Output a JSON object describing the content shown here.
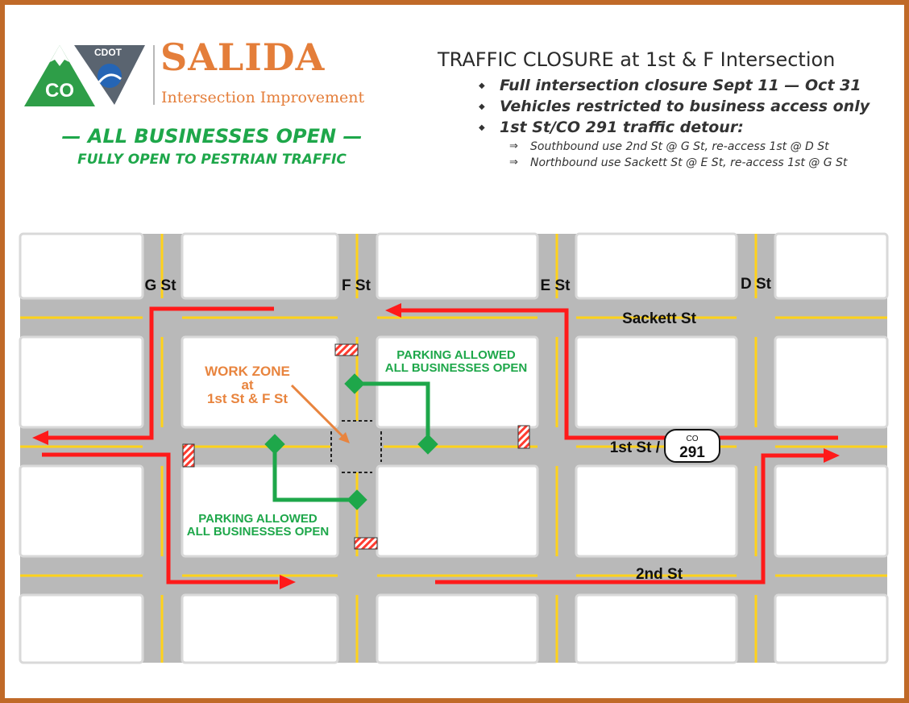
{
  "brand": {
    "logo_state_text": "CO",
    "logo_agency_text": "CDOT",
    "title": "SALIDA",
    "subtitle": "Intersection Improvement"
  },
  "businesses_notice": {
    "line1": "— ALL BUSINESSES OPEN —",
    "line2": "FULLY OPEN TO PESTRIAN TRAFFIC"
  },
  "closure": {
    "title": "TRAFFIC CLOSURE at 1st & F Intersection",
    "bullets": [
      "Full intersection closure Sept 11 — Oct 31",
      "Vehicles restricted to business access only",
      "1st St/CO 291 traffic detour:"
    ],
    "detour_routes": [
      "Southbound use 2nd St @ G St, re-access 1st @ D St",
      "Northbound use Sackett St @ E St, re-access 1st @ G St"
    ]
  },
  "map": {
    "street_labels": {
      "g_st": "G St",
      "f_st": "F St",
      "e_st": "E St",
      "d_st": "D St",
      "sackett_st": "Sackett St",
      "first_st": "1st St /",
      "second_st": "2nd St"
    },
    "route_shield": {
      "top": "CO",
      "number": "291"
    },
    "work_zone": {
      "line1": "WORK ZONE",
      "line2": "at",
      "line3": "1st St & F St"
    },
    "parking_north": {
      "line1": "PARKING ALLOWED",
      "line2": "ALL BUSINESSES OPEN"
    },
    "parking_south": {
      "line1": "PARKING ALLOWED",
      "line2": "ALL BUSINESSES OPEN"
    }
  },
  "colors": {
    "frame": "#c06a28",
    "brand_orange": "#e47e3a",
    "open_green": "#1ea74a",
    "detour_red": "#ff1a1a",
    "road_gray": "#b9b9b9",
    "center_line_yellow": "#ffd21a",
    "block_white": "#ffffff",
    "logo_green": "#2e9e48",
    "logo_slate": "#5a6470"
  }
}
